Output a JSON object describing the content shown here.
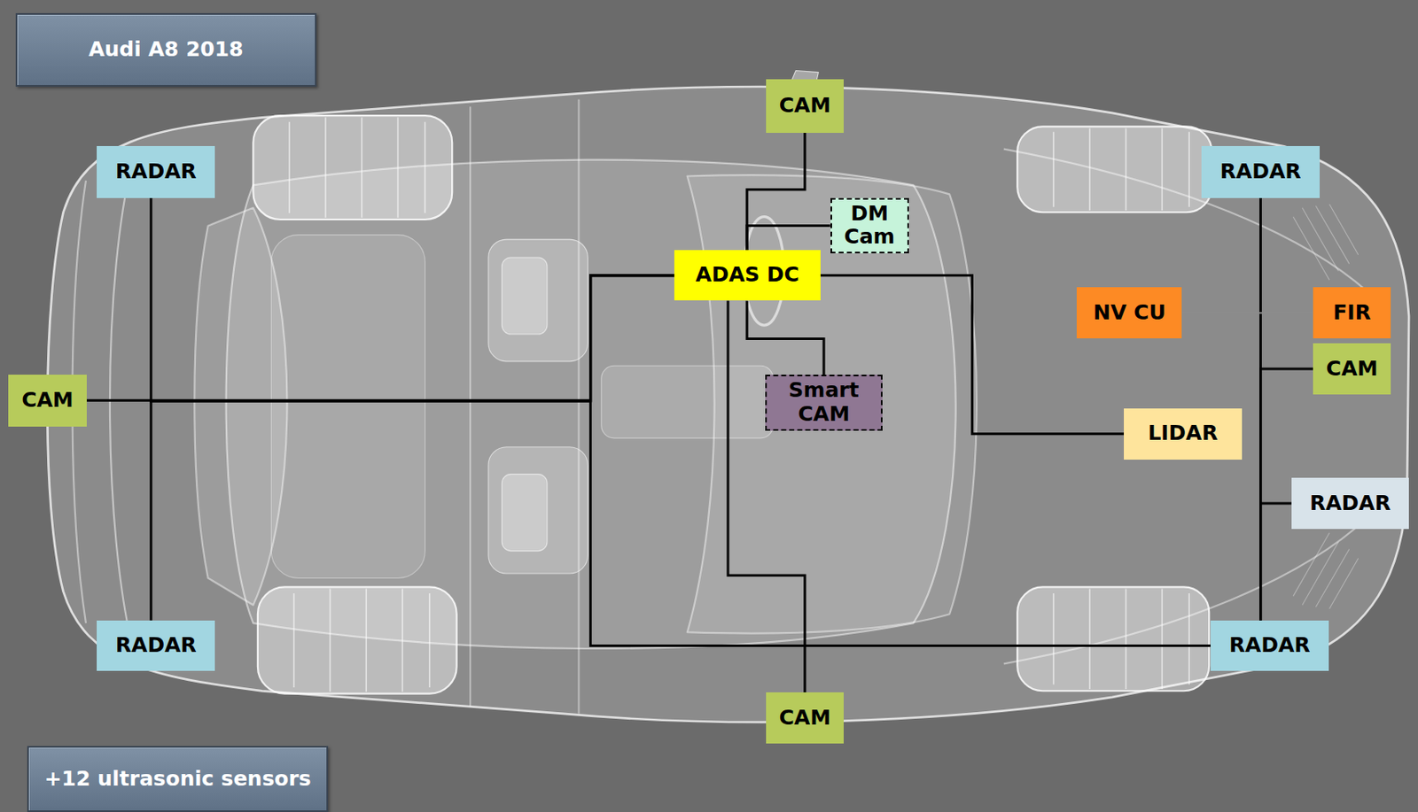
{
  "diagram": {
    "title": "Audi A8 2018",
    "caption": "+12 ultrasonic sensors",
    "nodes": [
      {
        "text": [
          "CAM"
        ]
      },
      {
        "text": [
          "RADAR"
        ]
      },
      {
        "text": [
          "DM Cam"
        ]
      },
      {
        "text": [
          "RADAR"
        ]
      },
      {
        "text": [
          "ADAS DC"
        ]
      },
      {
        "text": [
          "NV CU"
        ]
      },
      {
        "text": [
          "FIR"
        ]
      },
      {
        "text": [
          "CAM"
        ]
      },
      {
        "text": [
          "Smart CAM"
        ]
      },
      {
        "text": [
          "CAM"
        ]
      },
      {
        "text": [
          "LIDAR"
        ]
      },
      {
        "text": [
          "RADAR"
        ]
      },
      {
        "text": [
          "RADAR"
        ]
      },
      {
        "text": [
          "RADAR"
        ]
      },
      {
        "text": [
          "CAM"
        ]
      }
    ],
    "edges": [
      {
        "from": 4,
        "to": 0,
        "arrow": "none"
      },
      {
        "from": 4,
        "to": 2,
        "arrow": "none"
      },
      {
        "from": 4,
        "to": 8,
        "arrow": "none"
      },
      {
        "from": 4,
        "to": 10,
        "arrow": "none"
      },
      {
        "from": 4,
        "to": 14,
        "arrow": "none"
      },
      {
        "from": 4,
        "to": 9,
        "arrow": "none"
      },
      {
        "from": 4,
        "to": 1,
        "arrow": "none"
      },
      {
        "from": 4,
        "to": 12,
        "arrow": "none"
      },
      {
        "from": 4,
        "to": 13,
        "arrow": "none"
      },
      {
        "from": 13,
        "to": 3,
        "arrow": "none"
      },
      {
        "from": 13,
        "to": 7,
        "arrow": "none"
      },
      {
        "from": 13,
        "to": 11,
        "arrow": "none"
      },
      {
        "from": 5,
        "to": 6,
        "arrow": "none"
      }
    ]
  }
}
